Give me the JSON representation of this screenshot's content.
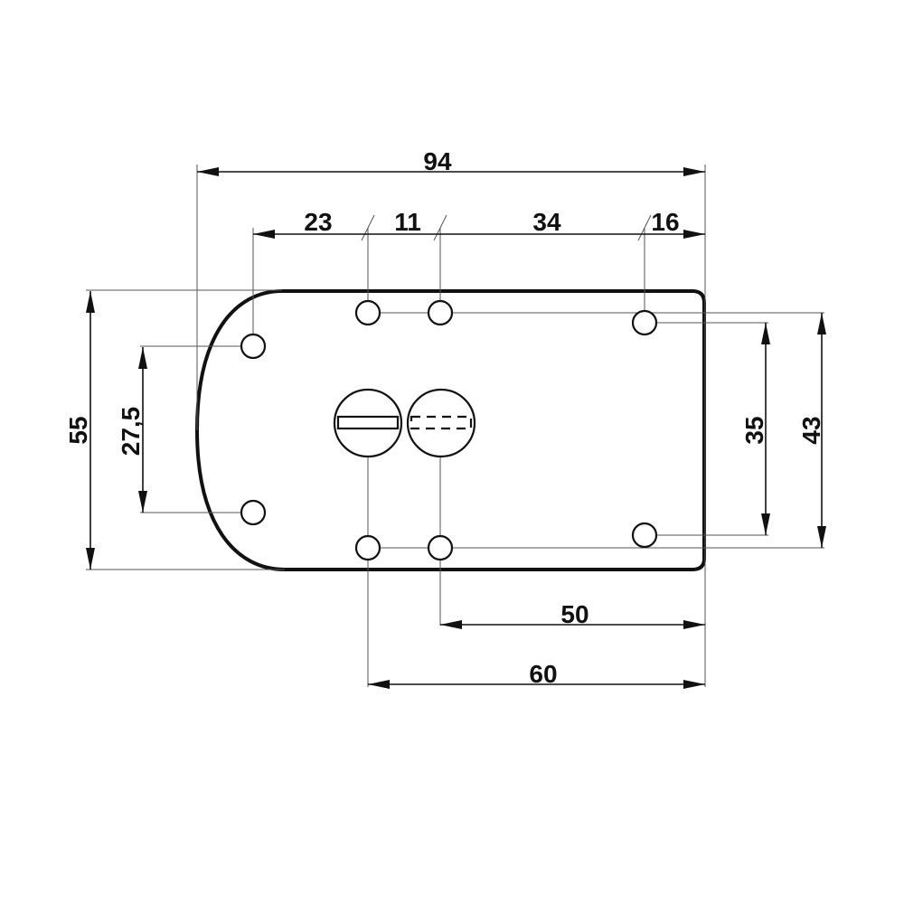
{
  "dimensions": {
    "overall_width": "94",
    "segment_a": "23",
    "segment_b": "11",
    "segment_c": "34",
    "segment_d": "16",
    "overall_height": "55",
    "left_hole_spacing": "27,5",
    "right_inner_spacing": "35",
    "right_outer_spacing": "43",
    "bottom_short": "50",
    "bottom_long": "60"
  },
  "colors": {
    "line": "#111111",
    "background": "#ffffff"
  }
}
